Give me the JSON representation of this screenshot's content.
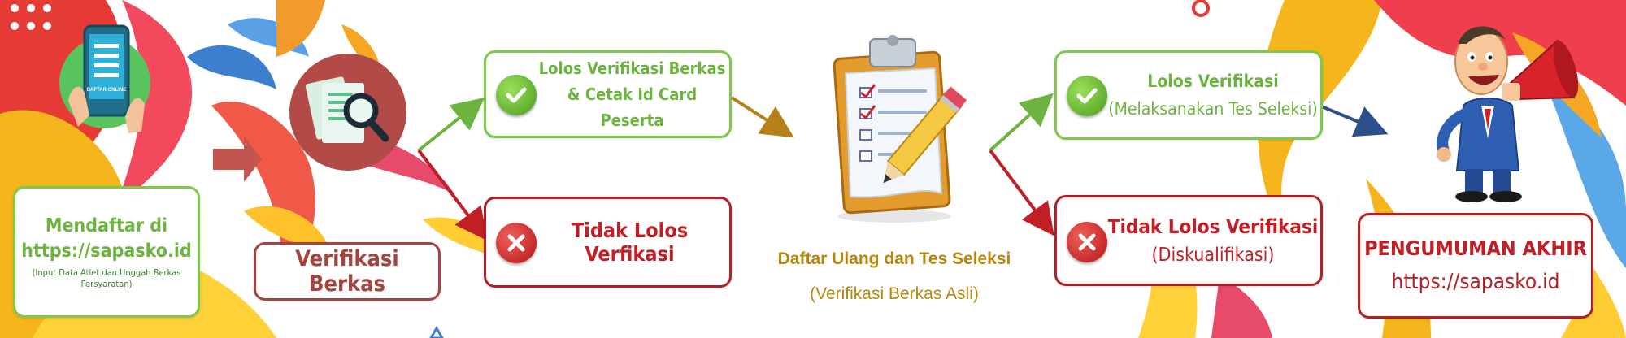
{
  "colors": {
    "green": "#7ec84a",
    "red": "#c01f26",
    "brown_label": "#a7433f",
    "gold_label": "#b8860b",
    "arrow_gold": "#c08a1c",
    "arrow_blue": "#2a4f8a"
  },
  "step_register": {
    "title_line1": "Mendaftar di",
    "title_line2": "https://sapasko.id",
    "subtitle": "(Input Data Atlet dan Unggah Berkas Persyaratan)",
    "phone_screen_text": "DAFTAR ONLINE",
    "icon": "phone-register-icon"
  },
  "step_verify": {
    "label": "Verifikasi Berkas",
    "icon": "document-search-icon"
  },
  "result_pass_1": {
    "line1": "Lolos Verifikasi Berkas",
    "line2": "& Cetak Id Card Peserta",
    "icon": "check-icon"
  },
  "result_fail_1": {
    "label": "Tidak Lolos Verfikasi",
    "icon": "cross-icon"
  },
  "step_selection": {
    "title": "Daftar Ulang dan Tes Seleksi",
    "subtitle": "(Verifikasi Berkas Asli)",
    "icon": "clipboard-checklist-icon"
  },
  "result_pass_2": {
    "line1": "Lolos Verifikasi",
    "line2": "(Melaksanakan Tes Seleksi)",
    "icon": "check-icon"
  },
  "result_fail_2": {
    "line1": "Tidak Lolos Verifikasi",
    "line2": "(Diskualifikasi)",
    "icon": "cross-icon"
  },
  "step_announcement": {
    "title": "PENGUMUMAN AKHIR",
    "url": "https://sapasko.id",
    "icon": "megaphone-man-icon"
  }
}
